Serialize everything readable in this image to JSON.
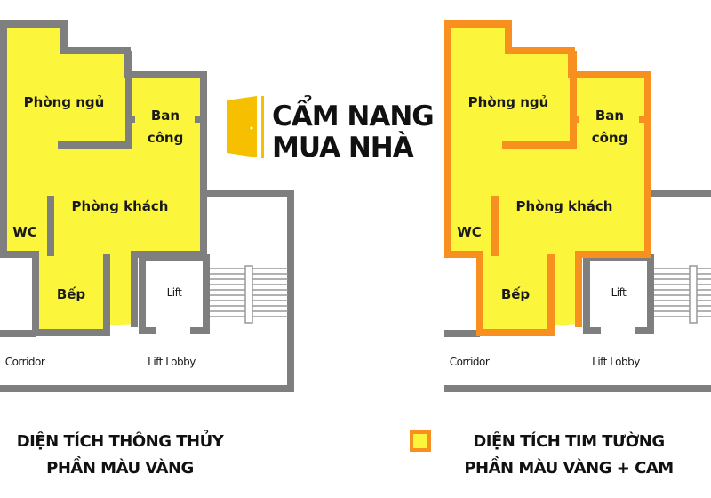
{
  "logo": {
    "line1": "CẨM NANG",
    "line2": "MUA NHÀ",
    "icon": "door-icon"
  },
  "plans": [
    {
      "id": "thong-thuy",
      "rooms": {
        "bedroom": "Phòng ngủ",
        "balcony_1": "Ban",
        "balcony_2": "công",
        "living": "Phòng khách",
        "wc": "WC",
        "kitchen": "Bếp",
        "lift": "Lift",
        "corridor": "Corridor",
        "lobby": "Lift Lobby"
      },
      "caption_1": "DIỆN TÍCH THÔNG THỦY",
      "caption_2": "PHẦN MÀU VÀNG"
    },
    {
      "id": "tim-tuong",
      "rooms": {
        "bedroom": "Phòng ngủ",
        "balcony_1": "Ban",
        "balcony_2": "công",
        "living": "Phòng khách",
        "wc": "WC",
        "kitchen": "Bếp",
        "lift": "Lift",
        "corridor": "Corridor",
        "lobby": "Lift Lobby"
      },
      "caption_1": "DIỆN TÍCH TIM TƯỜNG",
      "caption_2": "PHẦN MÀU VÀNG + CAM"
    }
  ],
  "colors": {
    "yellow": "#fbf53c",
    "gray_wall": "#7f7f7f",
    "orange_wall": "#f7901e",
    "logo_yellow": "#f6c000"
  }
}
